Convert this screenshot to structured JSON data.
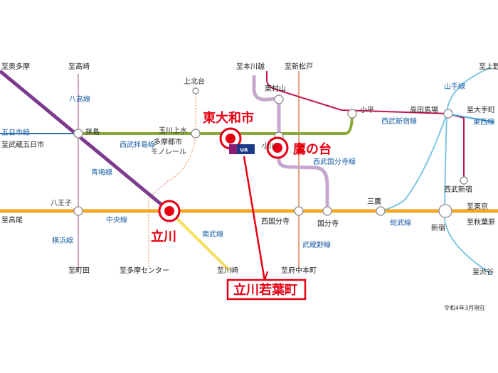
{
  "map_lines": [
    {
      "name": "八高線",
      "color": "#d6a3c0"
    },
    {
      "name": "西武拝島線",
      "color": "#8aa83c"
    },
    {
      "name": "青梅線",
      "color": "#7d3a8f"
    },
    {
      "name": "中央線",
      "color": "#f5a623"
    },
    {
      "name": "南武線",
      "color": "#f2e05a"
    },
    {
      "name": "武蔵野線",
      "color": "#e8a07a"
    },
    {
      "name": "西武国分寺線",
      "color": "#c6a8cf"
    },
    {
      "name": "西武新宿線",
      "color": "#c0144f"
    },
    {
      "name": "山手線",
      "color": "#7fc7e3"
    },
    {
      "name": "五日市線",
      "color": "#3a73b8"
    },
    {
      "name": "多摩都市モノレール",
      "color": "#e8a07a"
    },
    {
      "name": "東西線",
      "color": "#4aa7d6"
    }
  ],
  "labels": {
    "okutama": "至奥多摩",
    "takasaki": "至高崎",
    "hachikosen": "八高線",
    "itsukaichisen": "五日市線",
    "musashiitsukaichi": "至武蔵五日市",
    "haijima": "拝島",
    "seibuhaijimasen": "西武拝島線",
    "omesen": "青梅線",
    "hachioji": "八王子",
    "takao": "至高尾",
    "yokohamasen": "横浜線",
    "machida": "至町田",
    "chuosen": "中央線",
    "tamacenter": "至多摩センター",
    "nanbusen": "南武線",
    "kawasaki": "至川崎",
    "kamikitadai": "上北台",
    "tamagawajosui": "玉川上水",
    "monorail_1": "多摩都市",
    "monorail_2": "モノレール",
    "kawagoe": "至本川越",
    "shinmatsudo": "至新松戸",
    "higashimurayama": "東村山",
    "kodaira": "小平",
    "ogawa": "小川",
    "seibukokubunjisen": "西武国分寺線",
    "nishikokubunji": "西国分寺",
    "kokubunji": "国分寺",
    "musashinosen": "武蔵野線",
    "fuchuhonmachi": "至府中本町",
    "seibushinjukusen": "西武新宿線",
    "takadanobaba": "高田馬場",
    "yamanotesen": "山手線",
    "ueno": "至上野",
    "otemachi": "至大手町",
    "tozaisen": "東西線",
    "seibushinjuku": "西武新宿",
    "mitaka": "三鷹",
    "sobusen": "総武線",
    "shinjuku": "新宿",
    "tokyo": "至東京",
    "akihabara": "至秋葉原",
    "shibuya": "至渋谷",
    "date_note": "令和4年3月現在"
  },
  "highlights": {
    "higashiyamatoshi": "東大和市",
    "takanodai": "鷹の台",
    "tachikawa": "立川",
    "tachikawawakabacho": "立川若葉町",
    "ur_logo": "UR"
  }
}
